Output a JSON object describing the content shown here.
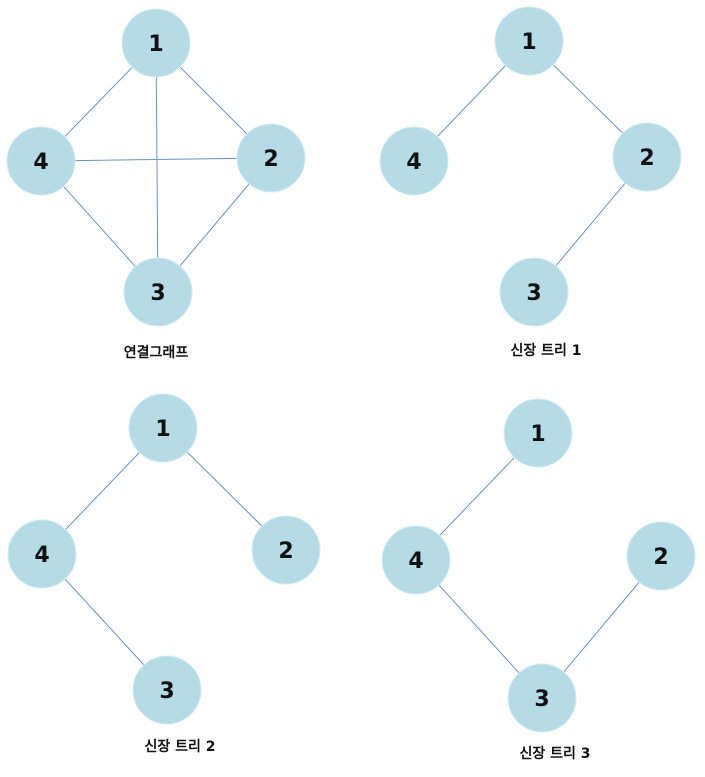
{
  "graphs": [
    {
      "caption": "연결그래프",
      "nodes": [
        "1",
        "4",
        "2",
        "3"
      ],
      "edges": [
        [
          "1",
          "4"
        ],
        [
          "1",
          "2"
        ],
        [
          "1",
          "3"
        ],
        [
          "4",
          "2"
        ],
        [
          "4",
          "3"
        ],
        [
          "2",
          "3"
        ]
      ]
    },
    {
      "caption": "신장 트리 1",
      "nodes": [
        "1",
        "4",
        "2",
        "3"
      ],
      "edges": [
        [
          "1",
          "4"
        ],
        [
          "1",
          "2"
        ],
        [
          "2",
          "3"
        ]
      ]
    },
    {
      "caption": "신장 트리 2",
      "nodes": [
        "1",
        "4",
        "2",
        "3"
      ],
      "edges": [
        [
          "1",
          "4"
        ],
        [
          "1",
          "2"
        ],
        [
          "4",
          "3"
        ]
      ]
    },
    {
      "caption": "신장 트리 3",
      "nodes": [
        "1",
        "4",
        "2",
        "3"
      ],
      "edges": [
        [
          "1",
          "4"
        ],
        [
          "4",
          "3"
        ],
        [
          "3",
          "2"
        ]
      ]
    }
  ],
  "colors": {
    "node_fill": "#b4dbe6",
    "edge": "#6f8fc2",
    "text": "#111111"
  }
}
